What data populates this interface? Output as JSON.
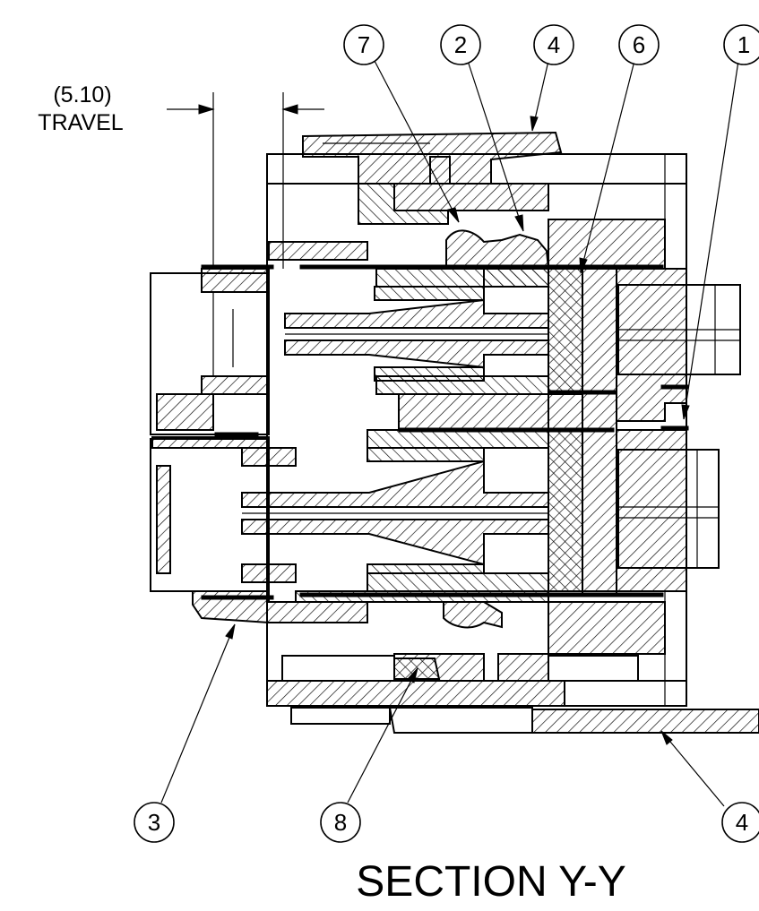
{
  "dimension": {
    "value": "(5.10)",
    "label": "TRAVEL"
  },
  "balloons": {
    "b7": "7",
    "b2": "2",
    "b4_top": "4",
    "b6": "6",
    "b1": "1",
    "b3": "3",
    "b8": "8",
    "b4_bottom": "4"
  },
  "view_title": "SECTION Y-Y"
}
